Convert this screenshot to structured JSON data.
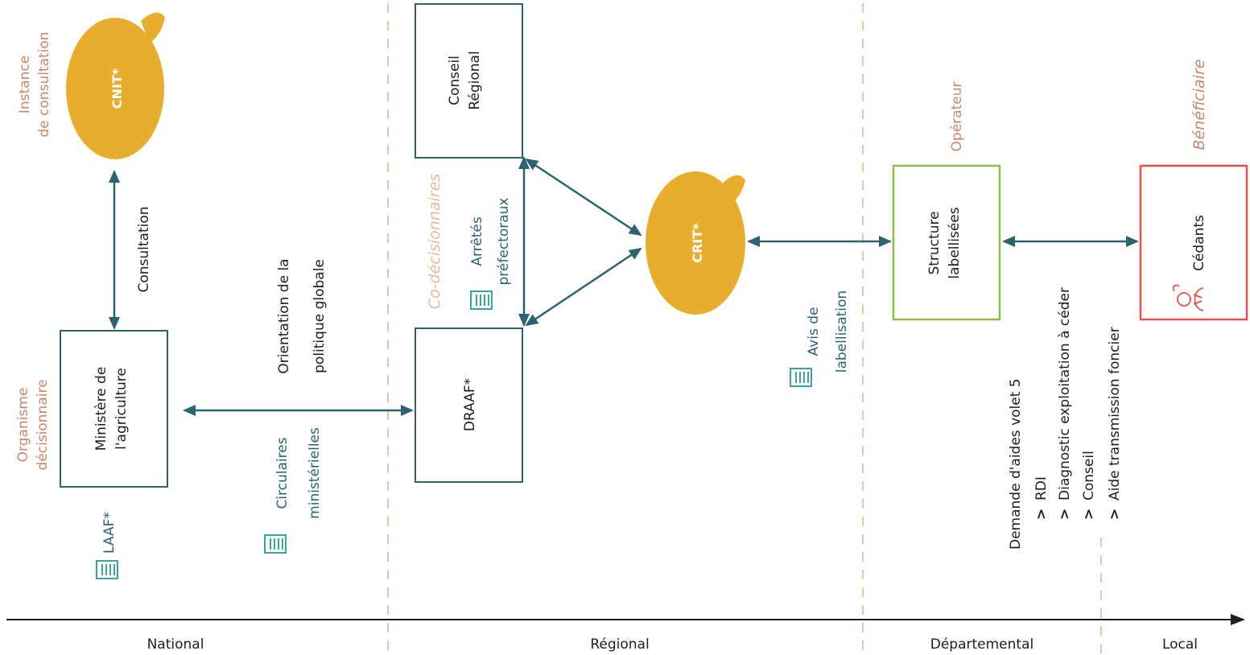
{
  "roles": {
    "instance": [
      "Instance",
      "de consultation"
    ],
    "organisme": [
      "Organisme",
      "décisionnaire"
    ],
    "codecision": "Co-décisionnaires",
    "operateur": "Opérateur",
    "beneficiaire": "Bénéficiaire"
  },
  "bubbles": {
    "cnit": "CNIT*",
    "crit": "CRIT*"
  },
  "boxes": {
    "ministere": [
      "Ministère de",
      "l'agriculture"
    ],
    "conseil": [
      "Conseil",
      "Régional"
    ],
    "draaf": "DRAAF*",
    "structure": [
      "Structure",
      "labellisées"
    ],
    "cedants": "Cédants"
  },
  "labels": {
    "consultation": "Consultation",
    "orientation": [
      "Orientation de la",
      "politique globale"
    ],
    "circulaires": [
      "Circulaires",
      "ministérielles"
    ],
    "laaf": "LAAF*",
    "arretes": [
      "Arrêtés",
      "préfectoraux"
    ],
    "avis": [
      "Avis de",
      "labellisation"
    ],
    "demande_title": "Demande d'aides volet 5",
    "demande_items": [
      "RDI",
      "Diagnostic exploitation à céder",
      "Conseil",
      "Aide transmission foncier"
    ]
  },
  "axis": {
    "zones": [
      "National",
      "Régional",
      "Départemental",
      "Local"
    ]
  },
  "colors": {
    "arrow": "#2b6470",
    "bubble": "#e8ad2c",
    "role_text": "#c9876a",
    "codecision": "#ddbf9a",
    "divider": "#e5c7a7",
    "operator": "#8bbd4a",
    "beneficiary": "#e0554a"
  }
}
